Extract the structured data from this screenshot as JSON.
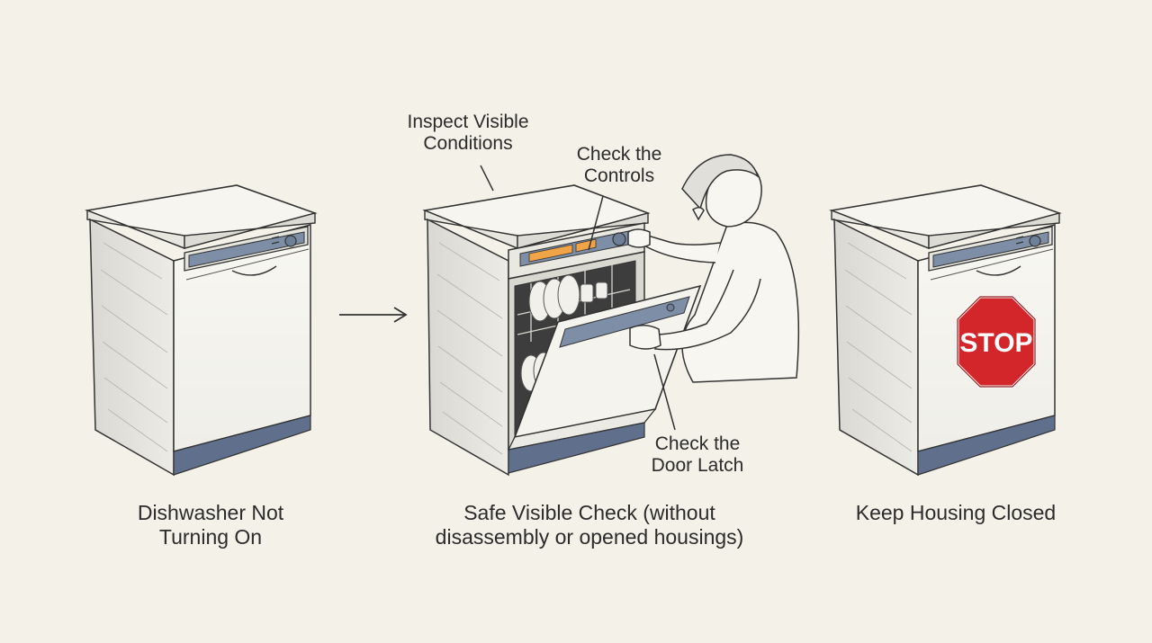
{
  "stages": [
    {
      "caption_lines": [
        "Dishwasher Not",
        "Turning On"
      ]
    },
    {
      "caption_lines": [
        "Safe Visible Check (without",
        "disassembly or opened housings)"
      ]
    },
    {
      "caption_lines": [
        "Keep Housing Closed"
      ]
    }
  ],
  "annotations": {
    "inspect": [
      "Inspect Visible",
      "Conditions"
    ],
    "controls": [
      "Check the",
      "Controls"
    ],
    "latch": [
      "Check the",
      "Door Latch"
    ]
  },
  "stop_sign": {
    "text": "STOP",
    "color": "#d3262b"
  },
  "colors": {
    "background": "#f3f1e8",
    "panel_blue": "#7d8ea6",
    "kick_plate": "#5f6f8c",
    "display_orange": "#f0a447",
    "stop_red": "#d3262b"
  }
}
